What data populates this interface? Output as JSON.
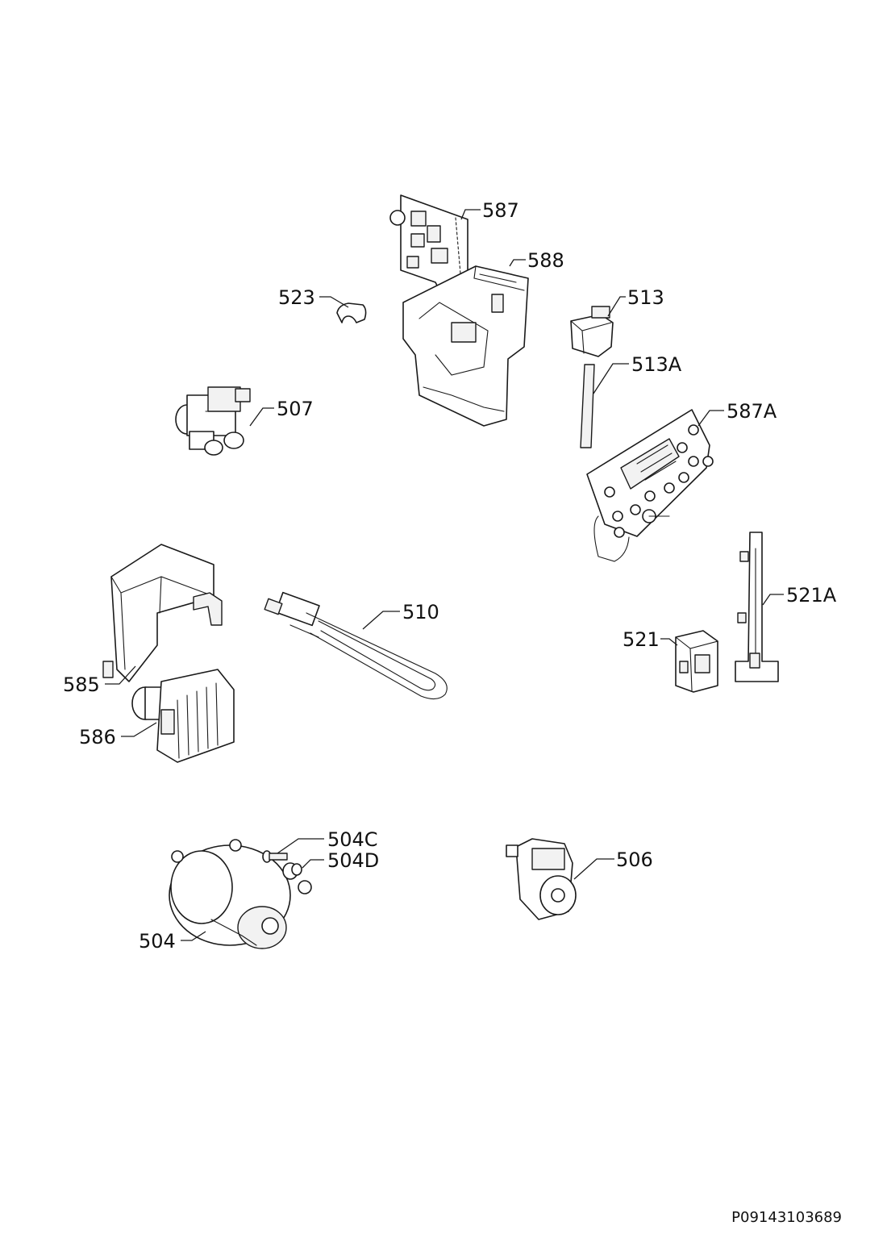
{
  "document_number": "P09143103689",
  "callouts": {
    "c587": "587",
    "c588": "588",
    "c523": "523",
    "c513": "513",
    "c513a": "513A",
    "c507": "507",
    "c587a": "587A",
    "c510": "510",
    "c521a": "521A",
    "c521": "521",
    "c585": "585",
    "c586": "586",
    "c504c": "504C",
    "c504d": "504D",
    "c506": "506",
    "c504": "504"
  }
}
